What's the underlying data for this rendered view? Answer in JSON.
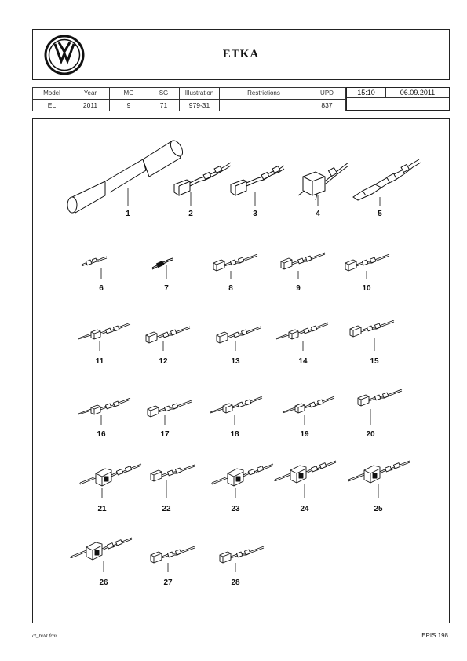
{
  "header": {
    "title": "ETKA",
    "logo": "vw-logo"
  },
  "info": {
    "labels": [
      "Model",
      "Year",
      "MG",
      "SG",
      "Illustration",
      "Restrictions",
      "UPD"
    ],
    "values": [
      "EL",
      "2011",
      "9",
      "71",
      "979-31",
      "",
      "837"
    ]
  },
  "time": "15:10",
  "date": "06.09.2011",
  "parts": {
    "numbers": [
      "1",
      "2",
      "3",
      "4",
      "5",
      "6",
      "7",
      "8",
      "9",
      "10",
      "11",
      "12",
      "13",
      "14",
      "15",
      "16",
      "17",
      "18",
      "19",
      "20",
      "21",
      "22",
      "23",
      "24",
      "25",
      "26",
      "27",
      "28"
    ]
  },
  "footer": {
    "left": "ct_bild.frm",
    "right": "EPIS 198"
  }
}
